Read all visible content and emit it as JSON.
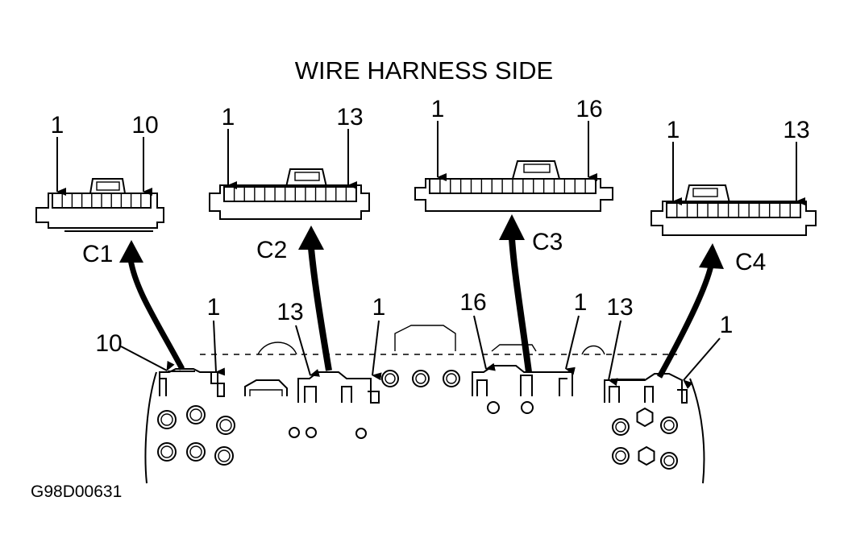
{
  "title": "WIRE HARNESS SIDE",
  "figure_code": "G98D00631",
  "connectors": [
    {
      "name": "C1",
      "pin_start": "1",
      "pin_end": "10",
      "cavities": 10
    },
    {
      "name": "C2",
      "pin_start": "1",
      "pin_end": "13",
      "cavities": 13
    },
    {
      "name": "C3",
      "pin_start": "1",
      "pin_end": "16",
      "cavities": 16
    },
    {
      "name": "C4",
      "pin_start": "1",
      "pin_end": "13",
      "cavities": 13
    }
  ],
  "board_labels": {
    "c1_left": "10",
    "c1_right": "1",
    "c2_left": "13",
    "c2_right": "1",
    "c3_left": "16",
    "c3_right": "1",
    "c4_left": "13",
    "c4_right": "1"
  }
}
